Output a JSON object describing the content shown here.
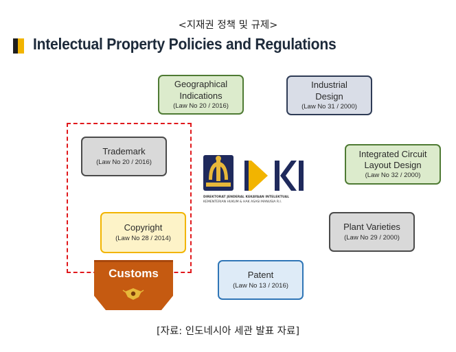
{
  "caption": "<지재권 정책 및 규제>",
  "title": "Intelectual Property Policies and Regulations",
  "nodes": {
    "geographical": {
      "name_line1": "Geographical",
      "name_line2": "Indications",
      "law": "(Law No 20 / 2016)"
    },
    "industrial": {
      "name_line1": "Industrial",
      "name_line2": "Design",
      "law": "(Law No 31 / 2000)"
    },
    "trademark": {
      "name_line1": "Trademark",
      "law": "(Law No 20 / 2016)"
    },
    "integrated_circuit": {
      "name_line1": "Integrated Circuit",
      "name_line2": "Layout Design",
      "law": "(Law No 32 / 2000)"
    },
    "copyright": {
      "name_line1": "Copyright",
      "law": "(Law No 28 / 2014)"
    },
    "plant_varieties": {
      "name_line1": "Plant Varieties",
      "law": "(Law No 29 / 2000)"
    },
    "patent": {
      "name_line1": "Patent",
      "law": "(Law No 13 / 2016)"
    },
    "customs": {
      "label": "Customs"
    }
  },
  "logo": {
    "line1": "DIREKTORAT JENDERAL KEKAYAAN INTELEKTUAL",
    "line2": "KEMENTERIAN HUKUM & HAK ASASI MANUSIA R.I."
  },
  "source": "[자료: 인도네시아 세관 발표 자료]",
  "colors": {
    "accent_yellow": "#f2b400",
    "customs_orange": "#c55a11",
    "dashed_red": "#e0181b",
    "logo_navy": "#1f2a5c"
  }
}
